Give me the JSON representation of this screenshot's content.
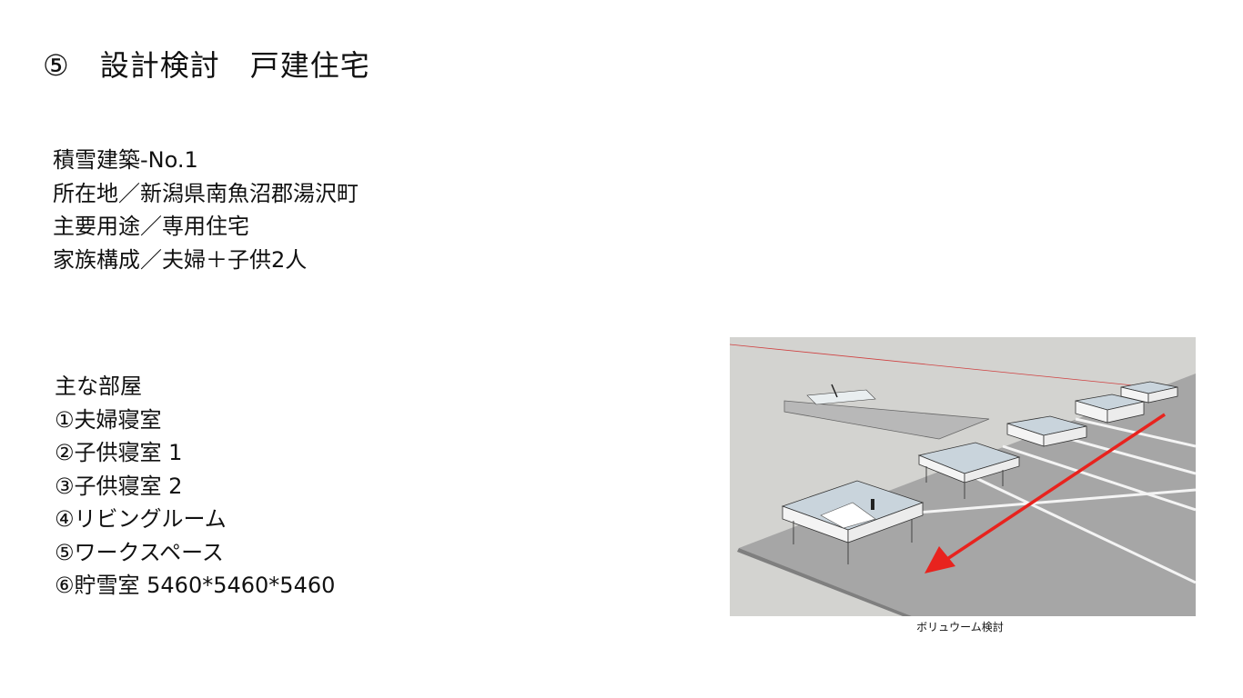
{
  "slide": {
    "title": "⑤　設計検討　戸建住宅"
  },
  "info": [
    "積雪建築-No.1",
    "所在地／新潟県南魚沼郡湯沢町",
    "主要用途／専用住宅",
    "家族構成／夫婦＋子供2人"
  ],
  "rooms": {
    "heading": "主な部屋",
    "items": [
      "①夫婦寝室",
      "②子供寝室 1",
      "③子供寝室 2",
      "④リビングルーム",
      "⑤ワークスペース",
      "⑥貯雪室 5460*5460*5460"
    ]
  },
  "figure": {
    "caption": "ボリュウーム検討",
    "arrow_color": "#e8231e",
    "ground_color": "#a9a9a9",
    "sky_color": "#d3d3d0"
  }
}
